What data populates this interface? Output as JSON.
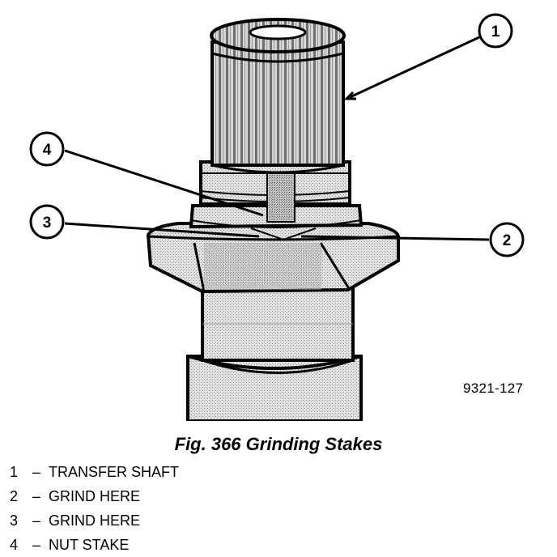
{
  "figure": {
    "id_code": "9321-127",
    "caption": "Fig. 366 Grinding Stakes",
    "callouts": [
      "1",
      "2",
      "3",
      "4"
    ]
  },
  "legend": [
    {
      "number": "1",
      "separator": "–",
      "label": "TRANSFER SHAFT"
    },
    {
      "number": "2",
      "separator": "–",
      "label": "GRIND HERE"
    },
    {
      "number": "3",
      "separator": "–",
      "label": "GRIND HERE"
    },
    {
      "number": "4",
      "separator": "–",
      "label": "NUT STAKE"
    }
  ]
}
